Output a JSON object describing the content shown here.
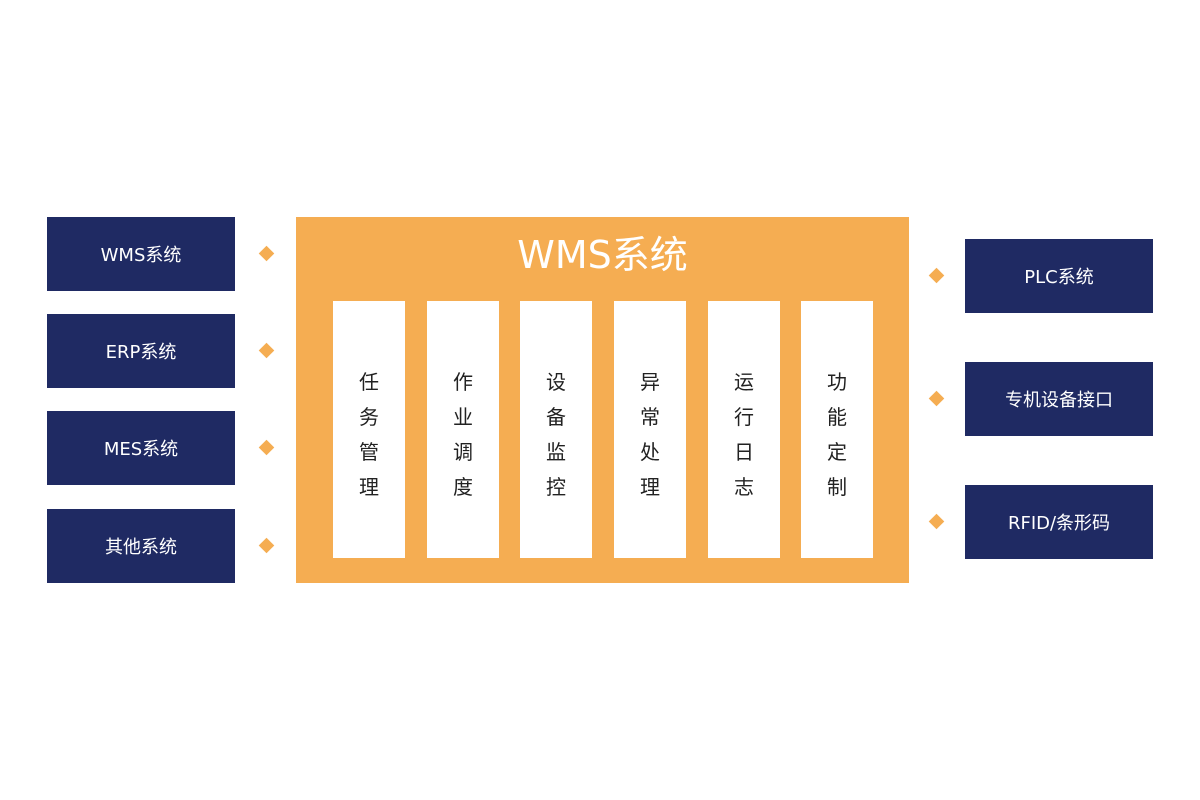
{
  "colors": {
    "navy": "#1f2a63",
    "orange": "#f5ad52",
    "module_bg": "#ffffff",
    "module_text": "#222222"
  },
  "left_systems": [
    {
      "label": "WMS系统"
    },
    {
      "label": "ERP系统"
    },
    {
      "label": "MES系统"
    },
    {
      "label": "其他系统"
    }
  ],
  "center": {
    "title": "WMS系统",
    "modules": [
      {
        "label": "任务管理"
      },
      {
        "label": "作业调度"
      },
      {
        "label": "设备监控"
      },
      {
        "label": "异常处理"
      },
      {
        "label": "运行日志"
      },
      {
        "label": "功能定制"
      }
    ]
  },
  "right_systems": [
    {
      "label": "PLC系统"
    },
    {
      "label": "专机设备接口"
    },
    {
      "label": "RFID/条形码"
    }
  ]
}
